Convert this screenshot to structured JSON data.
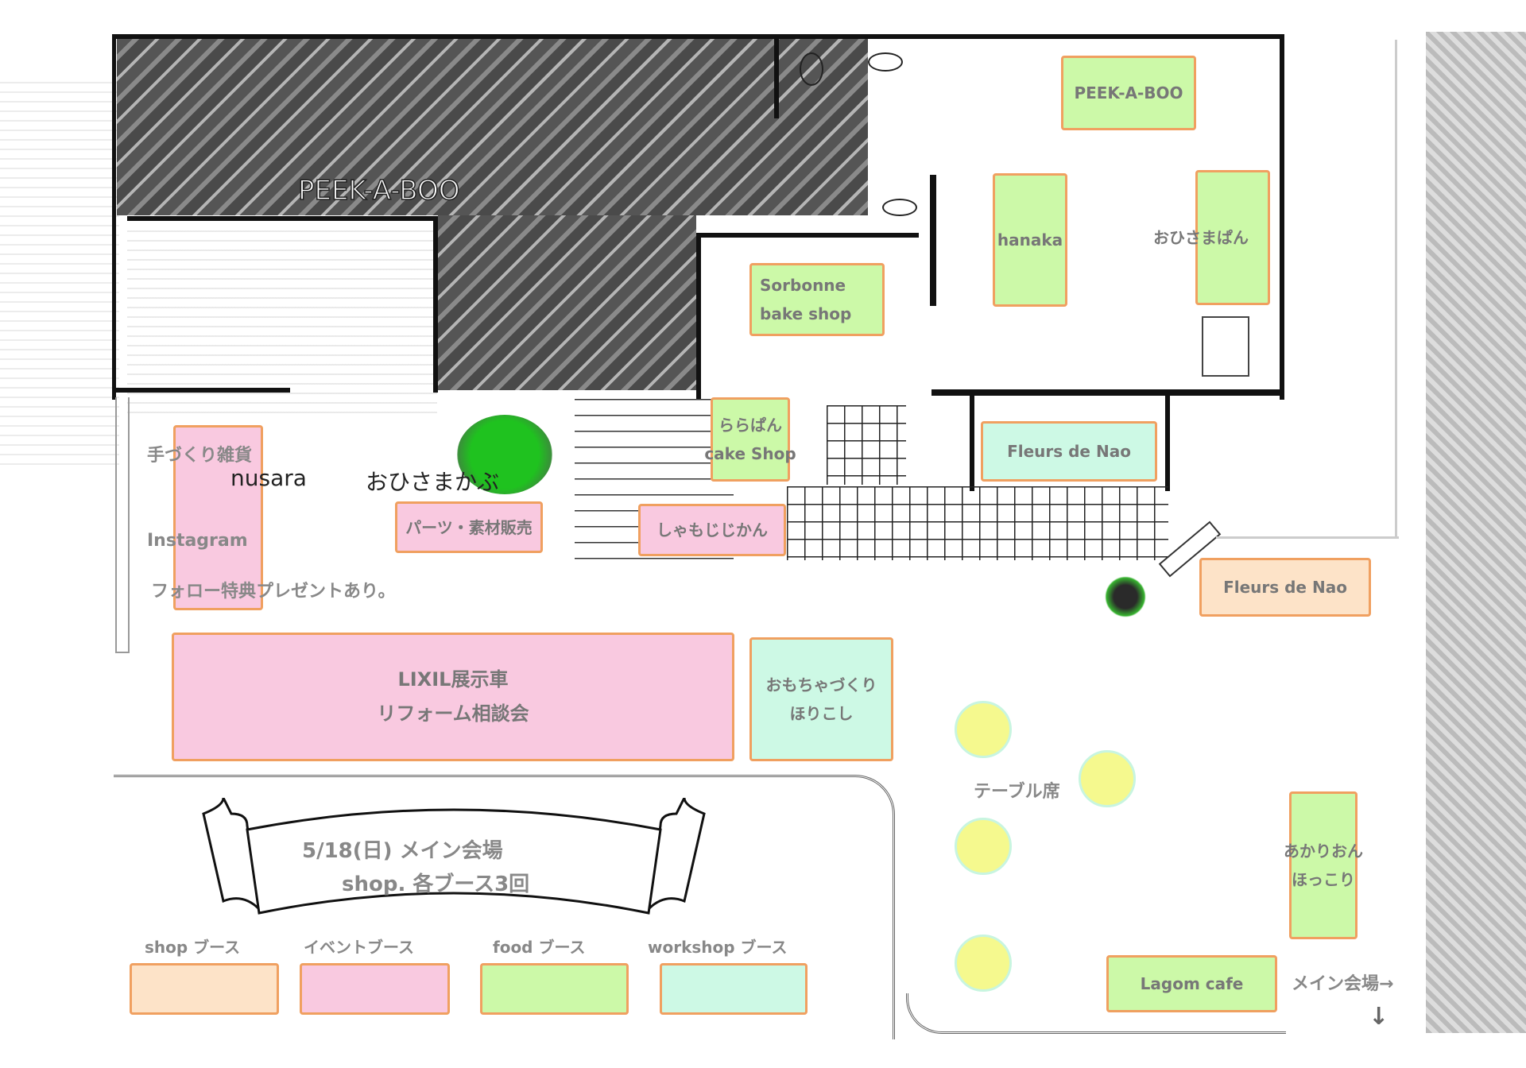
{
  "title_label": "PEEK-A-BOO",
  "booths": {
    "peekaboo": {
      "lines": [
        "PEEK-A-BOO"
      ],
      "type": "food"
    },
    "hanaka": {
      "lines": [
        "hanaka"
      ],
      "type": "food"
    },
    "ohisama": {
      "lines": [
        "おひさまぱん"
      ],
      "type": "food"
    },
    "sorbonne": {
      "lines": [
        "Sorbonne",
        "bake shop"
      ],
      "type": "food"
    },
    "lala": {
      "lines": [
        "ららぱん",
        "cake Shop"
      ],
      "type": "food"
    },
    "fleurs_workshop": {
      "lines": [
        "Fleurs de Nao"
      ],
      "type": "workshop"
    },
    "nusara": {
      "lines": [
        ""
      ],
      "type": "event"
    },
    "parts": {
      "lines": [
        "パーツ・素材販売"
      ],
      "type": "event"
    },
    "shamoji": {
      "lines": [
        "しゃもじじかん"
      ],
      "type": "event"
    },
    "fleurs_shop": {
      "lines": [
        "Fleurs de Nao"
      ],
      "type": "shop"
    },
    "lixil": {
      "lines": [
        "LIXIL展示車",
        "リフォーム相談会"
      ],
      "type": "event"
    },
    "omocha": {
      "lines": [
        "おもちゃづくり",
        "ほりこし"
      ],
      "type": "workshop"
    },
    "akari": {
      "lines": [
        "あかりおん",
        "ほっこり"
      ],
      "type": "food"
    },
    "lagom": {
      "lines": [
        "Lagom cafe"
      ],
      "type": "food"
    }
  },
  "labels": {
    "nusara_title": "手づくり雑貨",
    "nusara_name": "nusara",
    "ohisama_name": "おひさまかぶ",
    "instagram": "Instagram",
    "follow": "フォロー特典プレゼントあり。",
    "table": "テーブル席",
    "main_venue": "メイン会場→",
    "down_arrow": "↓"
  },
  "banner": {
    "line1": "5/18(日) メイン会場",
    "line2": "shop. 各ブース3回"
  },
  "legend": [
    {
      "label": "shop ブース",
      "color": "#fde3c8"
    },
    {
      "label": "イベントブース",
      "color": "#f9c9e0"
    },
    {
      "label": "food ブース",
      "color": "#ccf9a8"
    },
    {
      "label": "workshop ブース",
      "color": "#cdf9e5"
    }
  ]
}
